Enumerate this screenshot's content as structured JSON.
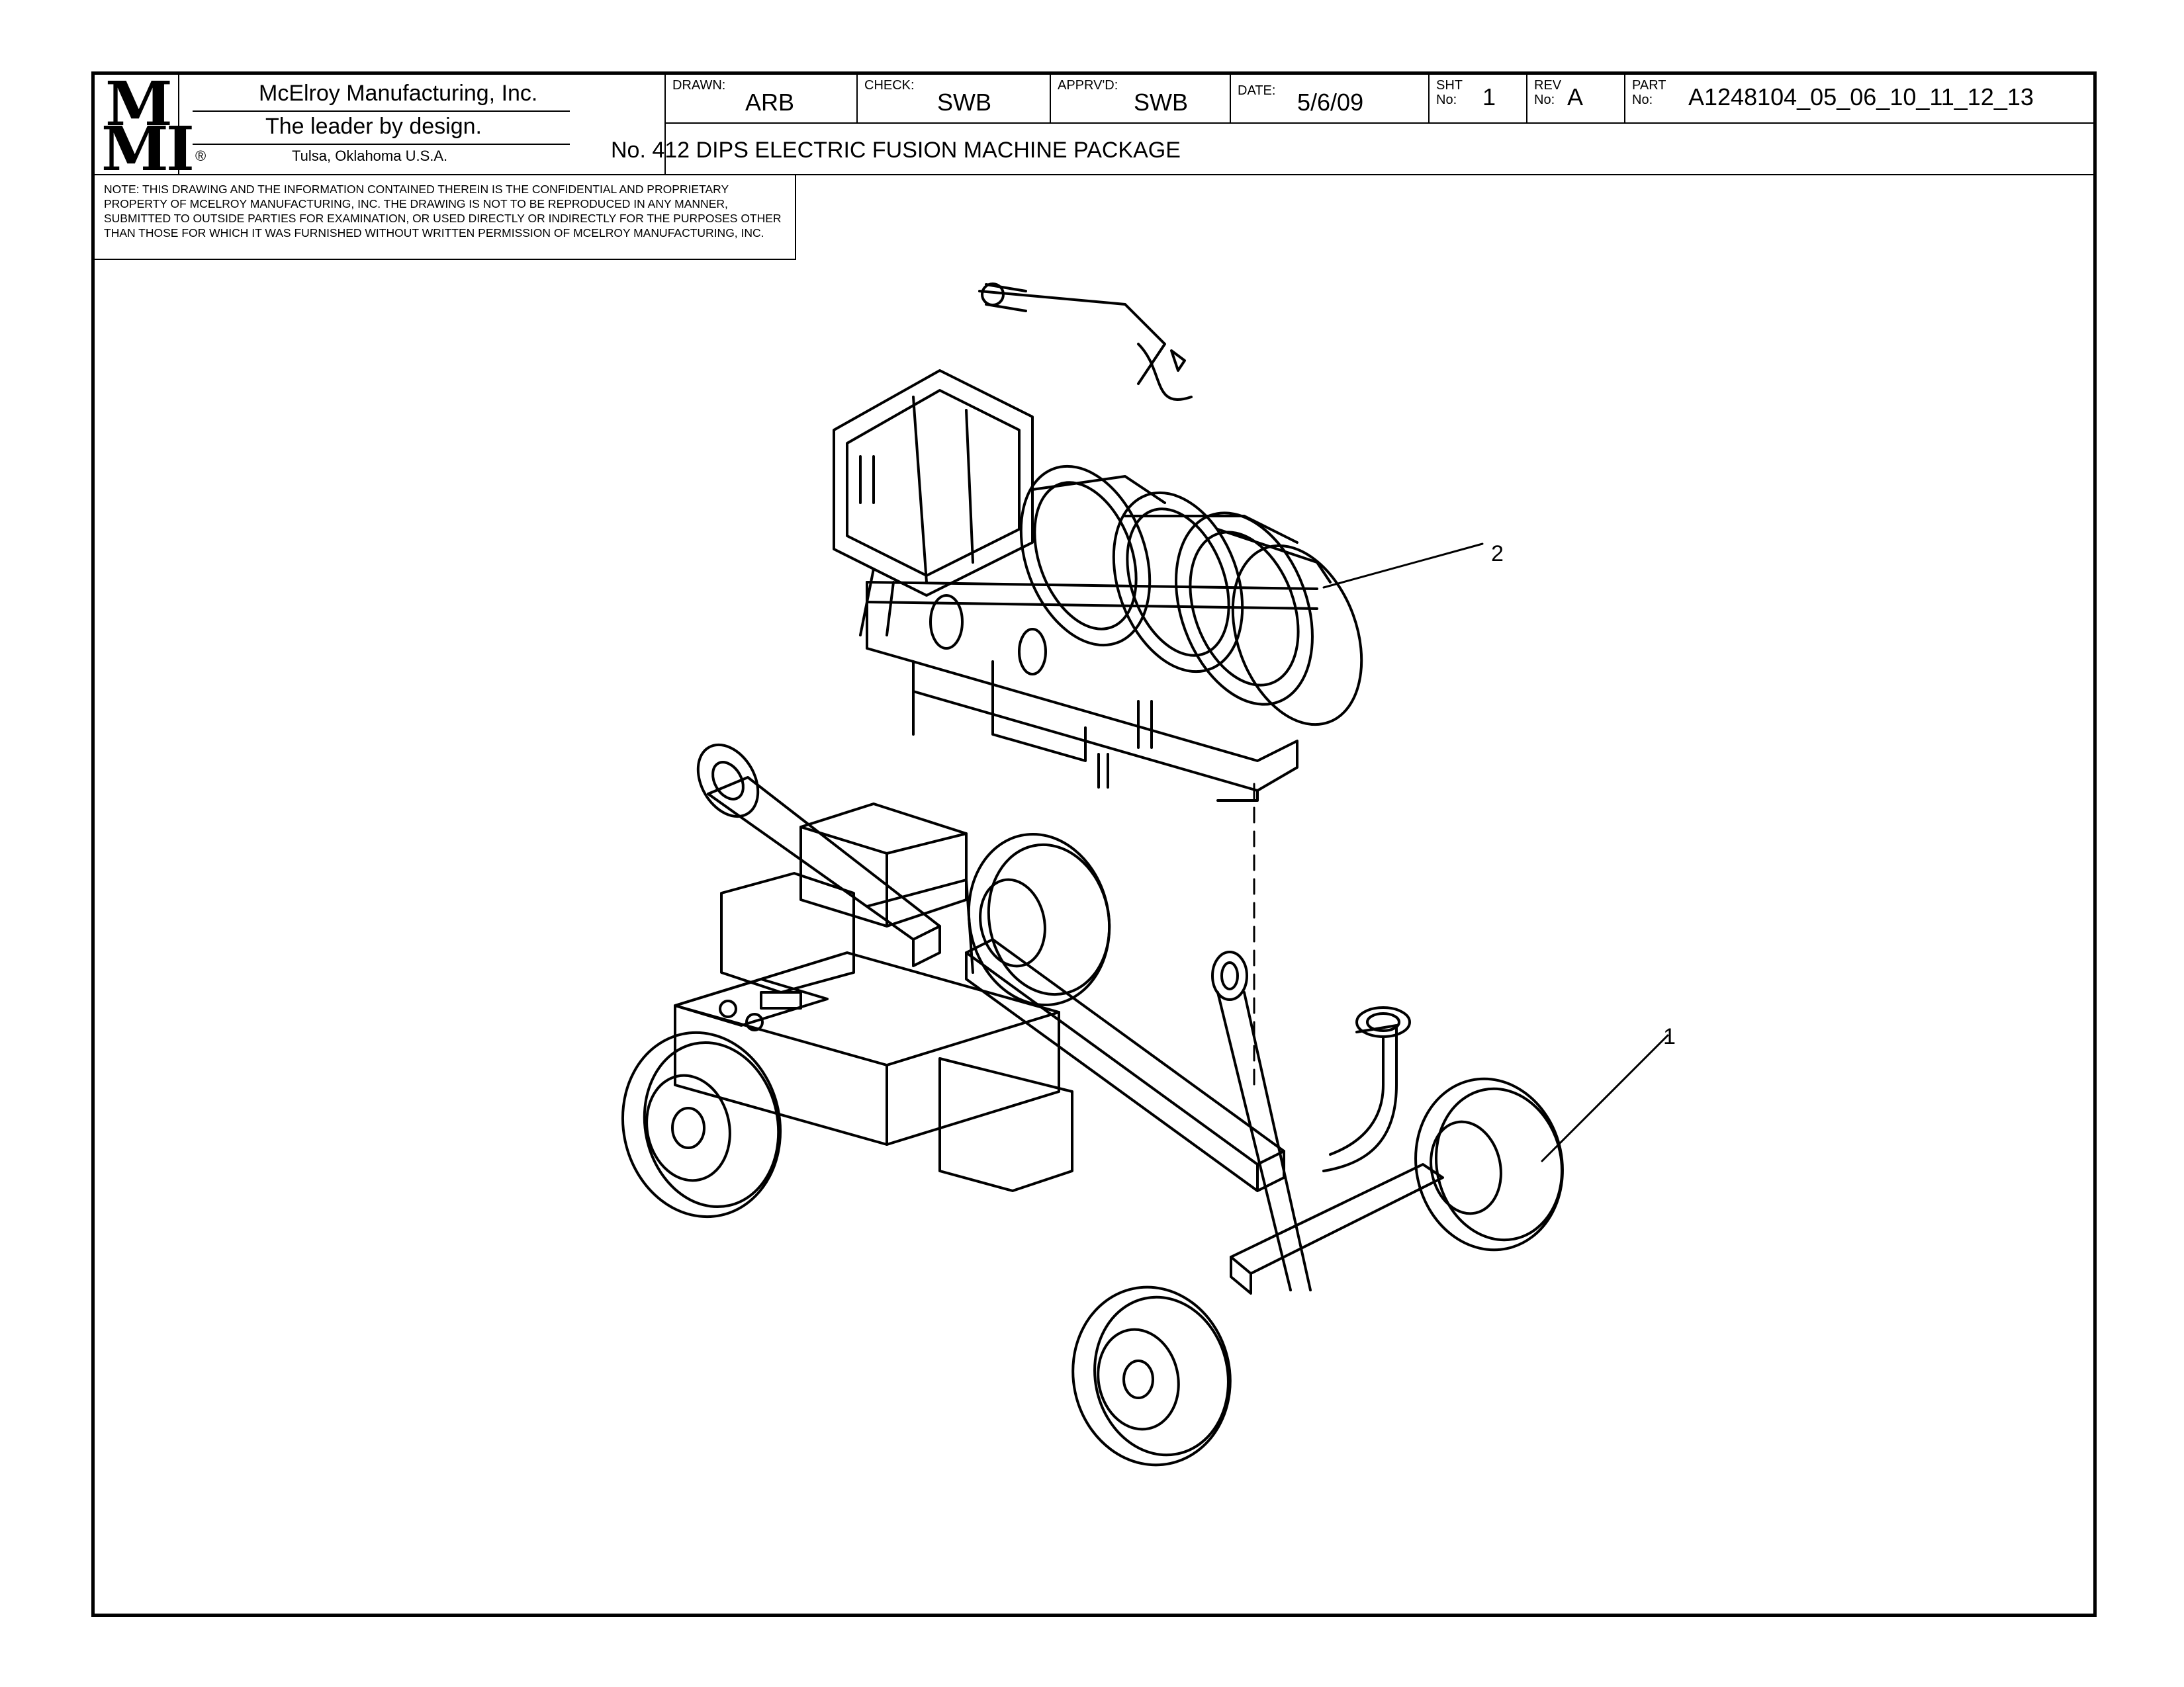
{
  "company": {
    "logo_top": "M",
    "logo_top2": "M",
    "logo_bottom": "MI",
    "name": "McElroy Manufacturing, Inc.",
    "slogan": "The leader by design.",
    "registered": "®",
    "location": "Tulsa, Oklahoma U.S.A."
  },
  "title_block": {
    "drawn_label": "DRAWN:",
    "drawn_value": "ARB",
    "check_label": "CHECK:",
    "check_value": "SWB",
    "apprvd_label": "APPRV'D:",
    "apprvd_value": "SWB",
    "date_label": "DATE:",
    "date_value": "5/6/09",
    "sht_label_1": "SHT",
    "sht_label_2": "No:",
    "sht_value": "1",
    "rev_label_1": "REV",
    "rev_label_2": "No:",
    "rev_value": "A",
    "part_label_1": "PART",
    "part_label_2": "No:",
    "part_value": "A1248104_05_06_10_11_12_13",
    "title": "No. 412 DIPS ELECTRIC FUSION MACHINE PACKAGE"
  },
  "note": "NOTE: THIS DRAWING AND THE INFORMATION CONTAINED THEREIN IS THE CONFIDENTIAL AND PROPRIETARY PROPERTY OF McElroy Manufacturing, Inc. THE DRAWING IS NOT TO BE REPRODUCED IN ANY MANNER, SUBMITTED TO OUTSIDE PARTIES FOR EXAMINATION, OR USED DIRECTLY OR INDIRECTLY FOR THE PURPOSES OTHER THAN THOSE FOR WHICH IT WAS FURNISHED WITHOUT WRITTEN PERMISSION OF McElroy Manufacturing, Inc.",
  "balloons": {
    "item1": "1",
    "item2": "2"
  }
}
